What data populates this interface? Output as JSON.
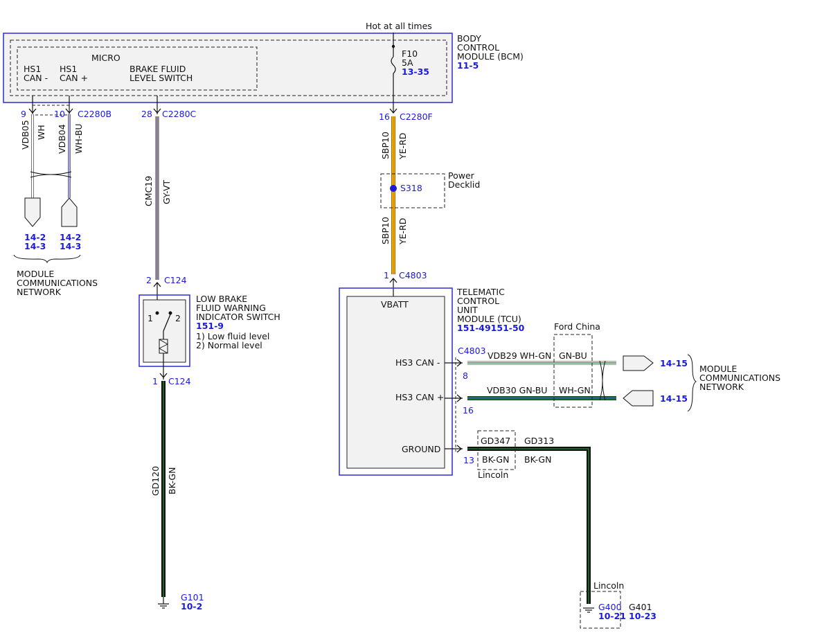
{
  "top": {
    "hot_label": "Hot at all times"
  },
  "bcm": {
    "name_lines": [
      "BODY",
      "CONTROL",
      "MODULE (BCM)"
    ],
    "ref": "11-5",
    "micro_label": "MICRO",
    "hs1_minus": [
      "HS1",
      "CAN -"
    ],
    "hs1_plus": [
      "HS1",
      "CAN +"
    ],
    "brake_fluid": [
      "BRAKE FLUID",
      "LEVEL SWITCH"
    ],
    "fuse": [
      "F10",
      "5A"
    ],
    "fuse_ref": "13-35"
  },
  "connectors": {
    "pin9": "9",
    "pin10": "10",
    "c2280b": "C2280B",
    "pin28": "28",
    "c2280c": "C2280C",
    "pin16": "16",
    "c2280f": "C2280F",
    "c124_top_pin": "2",
    "c124_top": "C124",
    "c124_bot_pin": "1",
    "c124_bot": "C124",
    "c4803_pin": "1",
    "c4803": "C4803",
    "c4803_side": "C4803",
    "pin8": "8",
    "pin16b": "16",
    "pin13": "13"
  },
  "wires": {
    "vdb05": "VDB05",
    "wh": "WH",
    "vdb04": "VDB04",
    "whbu": "WH-BU",
    "cmc19": "CMC19",
    "gyvt": "GY-VT",
    "sbp10_a": "SBP10",
    "yerd_a": "YE-RD",
    "sbp10_b": "SBP10",
    "yerd_b": "YE-RD",
    "gd120": "GD120",
    "bkgn": "BK-GN",
    "vdb29": "VDB29 WH-GN",
    "gnbu_a": "GN-BU",
    "vdb30": "VDB30 GN-BU",
    "whgn_b": "WH-GN",
    "gd347": "GD347",
    "gd313": "GD313",
    "bkgn_a": "BK-GN",
    "bkgn_b": "BK-GN"
  },
  "left_refs": {
    "a1": "14-2",
    "a2": "14-3",
    "b1": "14-2",
    "b2": "14-3"
  },
  "mcn_left": [
    "MODULE",
    "COMMUNICATIONS",
    "NETWORK"
  ],
  "splice": {
    "id": "S318",
    "label": [
      "Power",
      "Decklid"
    ]
  },
  "switch": {
    "title": [
      "LOW BRAKE",
      "FLUID WARNING",
      "INDICATOR SWITCH"
    ],
    "ref": "151-9",
    "notes": [
      "1) Low fluid level",
      "2) Normal level"
    ],
    "pin1": "1",
    "pin2": "2"
  },
  "ground_left": {
    "id": "G101",
    "ref": "10-2"
  },
  "tcu": {
    "name_lines": [
      "TELEMATIC",
      "CONTROL",
      "UNIT",
      "MODULE (TCU)"
    ],
    "ref": "151-49151-50",
    "vbatt": "VBATT",
    "hs3_minus": "HS3 CAN -",
    "hs3_plus": "HS3 CAN +",
    "ground": "GROUND"
  },
  "ford_china": "Ford China",
  "lincoln_a": "Lincoln",
  "lincoln_b": "Lincoln",
  "right_refs": {
    "r1": "14-15",
    "r2": "14-15"
  },
  "mcn_right": [
    "MODULE",
    "COMMUNICATIONS",
    "NETWORK"
  ],
  "ground_right": {
    "g400": "G400",
    "g400_ref": "10-21",
    "g401": "G401",
    "g401_ref": "10-23"
  },
  "colors": {
    "module_border": "#2b2bd6",
    "module_fill": "#f2f2f2",
    "connector_blue": "#1a1ad8",
    "yellow": "#f2b705",
    "orange": "#e07a10",
    "green": "#1f7a2e",
    "gray_violet": "#8a6fa3"
  }
}
